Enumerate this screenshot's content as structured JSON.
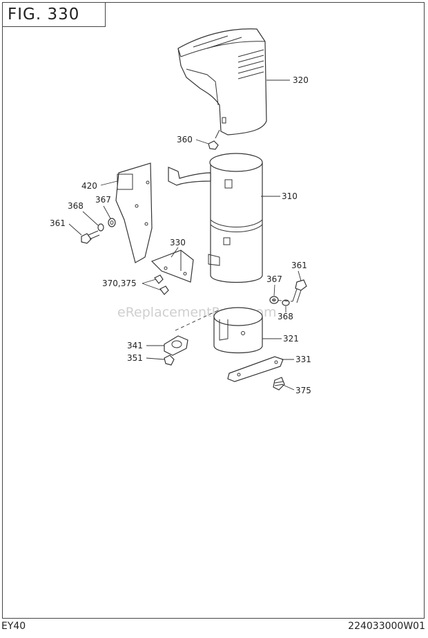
{
  "figure": {
    "title": "FIG. 330"
  },
  "footer": {
    "model": "EY40",
    "code": "224033000W01"
  },
  "watermark": "eReplacementParts.com",
  "callouts": {
    "p320": "320",
    "p360": "360",
    "p310": "310",
    "p420": "420",
    "p367a": "367",
    "p368a": "368",
    "p361a": "361",
    "p330": "330",
    "p370": "370,375",
    "p361b": "361",
    "p367b": "367",
    "p368b": "368",
    "p321": "321",
    "p341": "341",
    "p351": "351",
    "p331": "331",
    "p375": "375"
  }
}
